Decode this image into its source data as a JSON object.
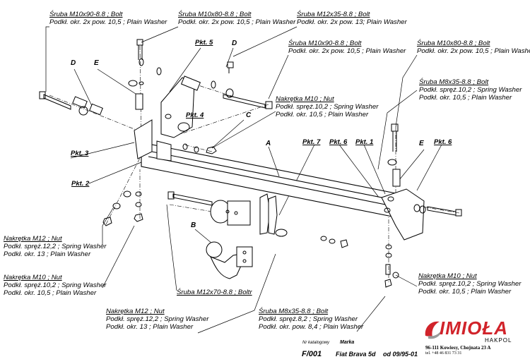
{
  "labels": {
    "bolt_m10x90_top": [
      "Śruba M10x90-8.8 ;  Bolt",
      "Podkł. okr. 2x pow. 10,5 ; Plain Washer"
    ],
    "bolt_m10x80_top": [
      "Śruba M10x80-8.8 ;  Bolt",
      "Podkł. okr. 2x pow. 10,5 ; Plain Washer"
    ],
    "bolt_m12x35": [
      "Śruba M12x35-8.8 ;  Bolt",
      "Podkł. okr. 2x pow. 13; Plain Washer"
    ],
    "bolt_m10x90_mid": [
      "Śruba M10x90-8.8 ;  Bolt",
      "Podkł. okr. 2x pow. 10,5 ; Plain Washer"
    ],
    "bolt_m10x80_right": [
      "Śruba M10x80-8.8 ;  Bolt",
      "Podkł. okr. 2x pow. 10,5 ; Plain Washer"
    ],
    "bolt_m8x35_right": [
      "Śruba M8x35-8.8 ;  Bolt",
      "Podkł. spręż.10,2 ; Spring Washer",
      "Podkł. okr. 10,5 ; Plain Washer"
    ],
    "nut_m10_center": [
      "Nakrętka  M10 ; Nut",
      "Podkł. spręż.10,2 ; Spring Washer",
      "Podkł. okr. 10,5 ; Plain Washer"
    ],
    "nut_m12_left": [
      "Nakrętka  M12 ; Nut",
      "Podkł. spręż.12,2 ; Spring Washer",
      "Podkł. okr. 13 ; Plain Washer"
    ],
    "nut_m10_left": [
      "Nakrętka  M10 ; Nut",
      "Podkł. spręż.10,2 ; Spring Washer",
      "Podkł. okr. 10,5 ; Plain Washer"
    ],
    "nut_m10_right": [
      "Nakrętka  M10 ; Nut",
      "Podkł. spręż.10,2 ; Spring Washer",
      "Podkł. okr. 10,5 ; Plain Washer"
    ],
    "bolt_m12x70": [
      "Śruba M12x70-8.8 ;  Boltr"
    ],
    "nut_m12_bottom": [
      "Nakrętka  M12 ; Nut",
      "Podkł. spręż.12,2 ; Spring Washer",
      "Podkł. okr. 13 ; Plain Washer"
    ],
    "bolt_m8x35_bottom": [
      "Śruba M8x35-8.8 ;  Bolt",
      "Podkł. spręż.8,2 ; Spring Washer",
      "Podkł. okr. pow. 8,4 ; Plain Washer"
    ]
  },
  "points": {
    "pkt1": "Pkt. 1",
    "pkt2": "Pkt. 2",
    "pkt3": "Pkt. 3",
    "pkt4": "Pkt. 4",
    "pkt5": "Pkt. 5",
    "pkt6a": "Pkt. 6",
    "pkt6b": "Pkt. 6",
    "pkt7": "Pkt. 7"
  },
  "letters": {
    "a": "A",
    "b": "B",
    "c": "C",
    "d_left": "D",
    "d_top": "D",
    "e_left": "E",
    "e_right": "E"
  },
  "footer": {
    "catalog_caption": "Nr katalogowy",
    "catalog_number": "F/001",
    "brand_caption": "Marka",
    "model": "Fiat Brava 5d",
    "date": "od 09/95-01",
    "company_logo": "IMIOŁA",
    "company_sub": "HAKPOL",
    "address": "96-111 Kowiesy, Chojnata 23 A",
    "phone": "tel. +48 46 831 73 31"
  },
  "colors": {
    "logo": "#d1232a",
    "lines": "#000000"
  }
}
